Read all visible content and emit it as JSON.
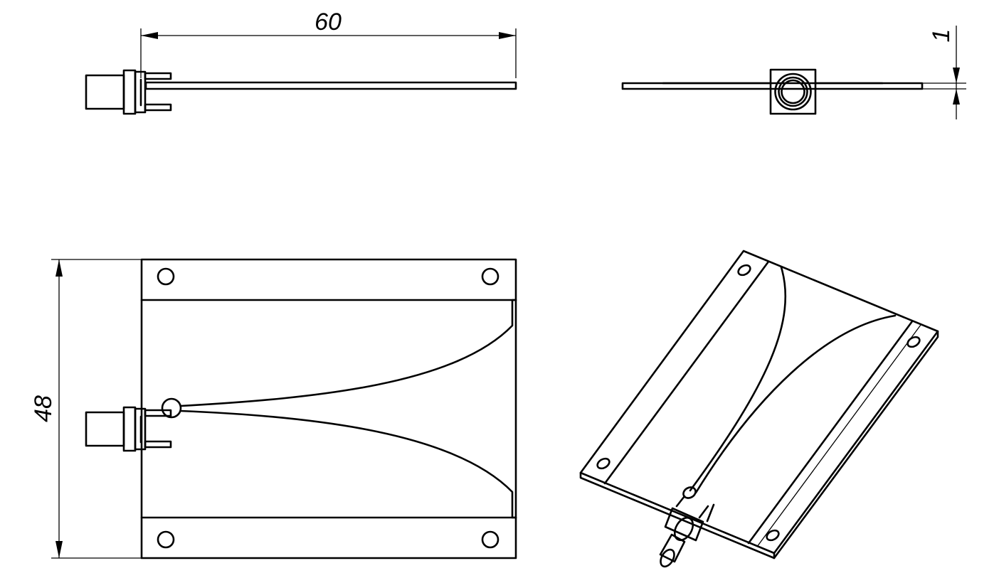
{
  "dimensions": {
    "width_label": "60",
    "thickness_label": "1",
    "height_label": "48"
  }
}
